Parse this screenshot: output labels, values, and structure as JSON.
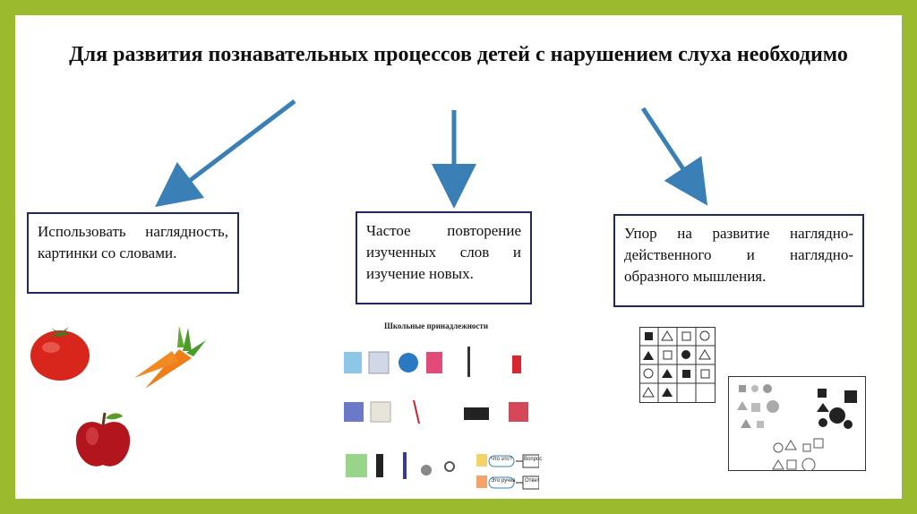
{
  "title": "Для развития познавательных процессов детей с нарушением слуха необходимо",
  "boxes": [
    {
      "text": "Использовать наглядность, картинки со словами."
    },
    {
      "text": "Частое повторение изученных слов и изучение новых."
    },
    {
      "text": "Упор на развитие наглядно-действенного и наглядно-образного мышления."
    }
  ],
  "school_card": {
    "title": "Школьные принадлежности",
    "bubbles": {
      "question": "Что это?",
      "answer": "Это ручка"
    },
    "tags": {
      "question": "Вопрос",
      "answer": "Ответ"
    }
  },
  "colors": {
    "frame": "#9bbb2e",
    "arrow": "#3a7fb5",
    "box_border": "#1f2a5a"
  }
}
